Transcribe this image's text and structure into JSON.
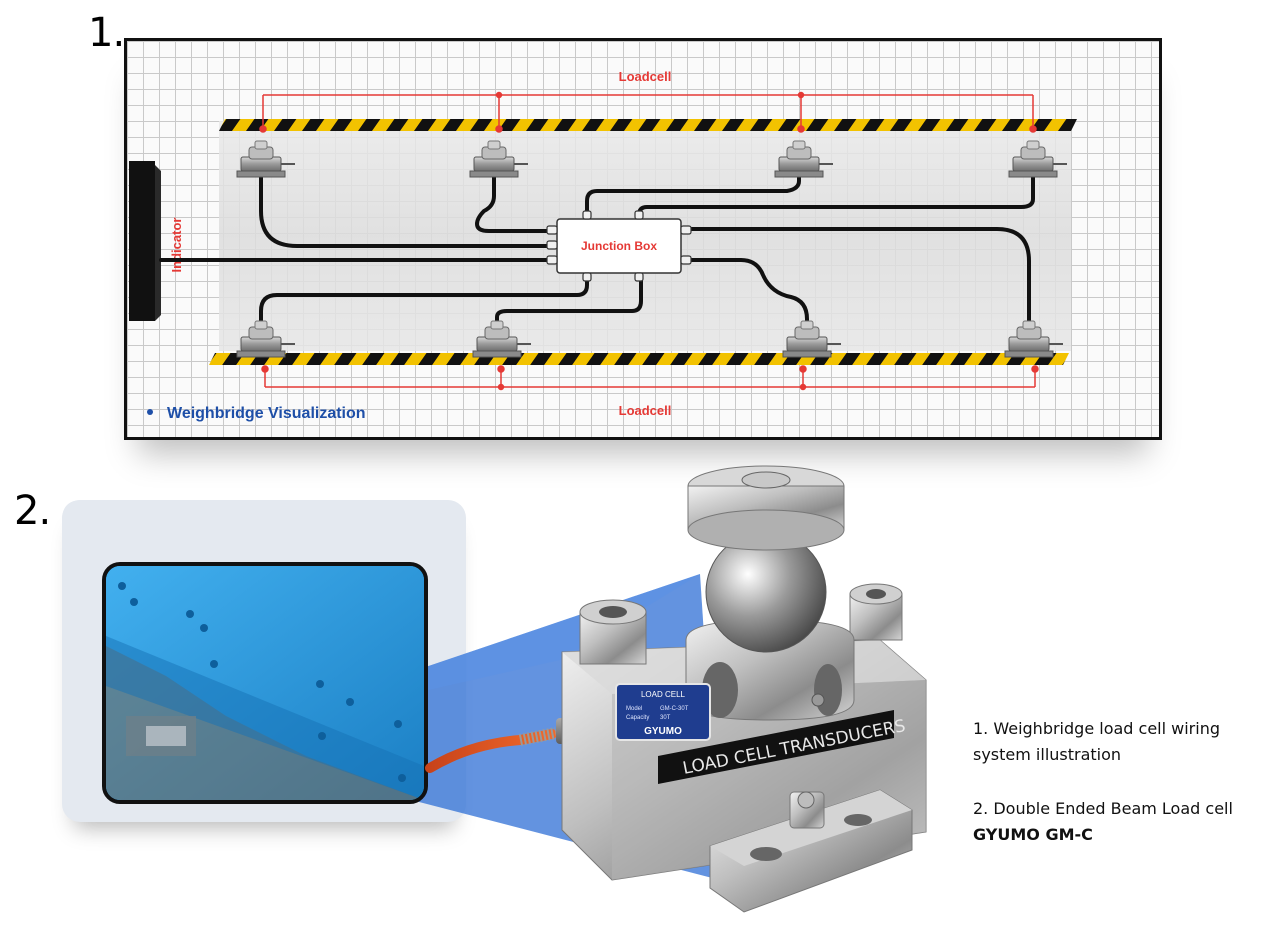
{
  "sections": {
    "first_number": "1.",
    "second_number": "2."
  },
  "diagram": {
    "top_loadcell_label": "Loadcell",
    "bottom_loadcell_label": "Loadcell",
    "indicator_label": "Indicator",
    "junction_box_label": "Junction Box",
    "visualization_caption": "Weighbridge Visualization",
    "colors": {
      "accent_red": "#e53935",
      "caption_blue": "#1e4fa8",
      "hazard_yellow": "#f2c200",
      "hazard_black": "#111111"
    }
  },
  "product": {
    "sticker_title": "LOAD CELL",
    "sticker_model_label": "Model",
    "sticker_model_value": "GM-C-30T",
    "sticker_capacity_label": "Capacity",
    "sticker_capacity_value": "30T",
    "sticker_brand": "GYUMO",
    "body_label": "LOAD CELL TRANSDUCERS"
  },
  "captions": {
    "caption1_line1": "1. Weighbridge load cell wiring",
    "caption1_line2": "system illustration",
    "caption2_line1": "2. Double Ended Beam Load cell",
    "caption2_line2": "GYUMO GM-C"
  }
}
